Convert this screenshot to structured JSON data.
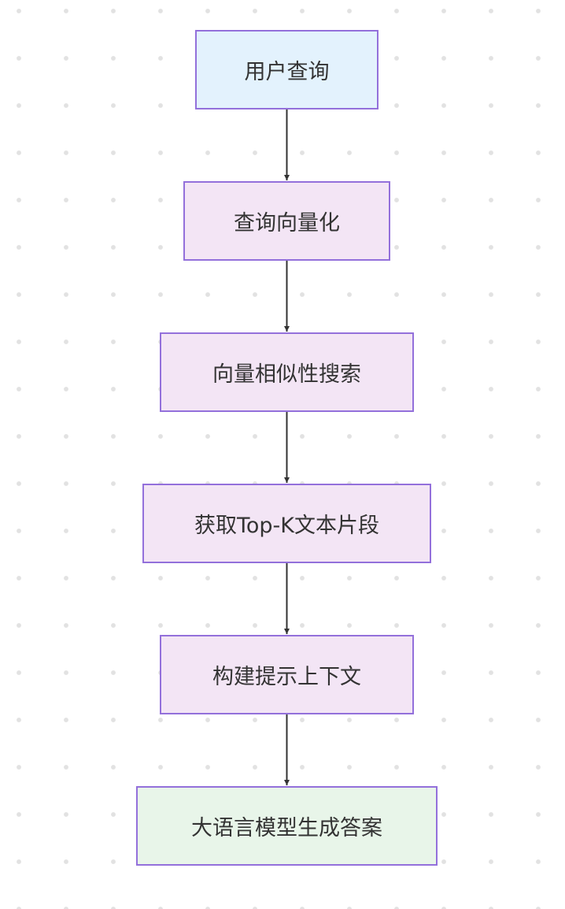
{
  "diagram": {
    "type": "flowchart",
    "direction": "top-down",
    "colors": {
      "start_fill": "#e3f2fd",
      "process_fill": "#f3e5f5",
      "end_fill": "#e8f5e9",
      "border": "#9370db",
      "edge": "#333333",
      "text": "#333333"
    },
    "nodes": [
      {
        "id": "n1",
        "label": "用户查询"
      },
      {
        "id": "n2",
        "label": "查询向量化"
      },
      {
        "id": "n3",
        "label": "向量相似性搜索"
      },
      {
        "id": "n4",
        "label": "获取Top-K文本片段"
      },
      {
        "id": "n5",
        "label": "构建提示上下文"
      },
      {
        "id": "n6",
        "label": "大语言模型生成答案"
      }
    ],
    "edges": [
      {
        "from": "n1",
        "to": "n2"
      },
      {
        "from": "n2",
        "to": "n3"
      },
      {
        "from": "n3",
        "to": "n4"
      },
      {
        "from": "n4",
        "to": "n5"
      },
      {
        "from": "n5",
        "to": "n6"
      }
    ]
  }
}
